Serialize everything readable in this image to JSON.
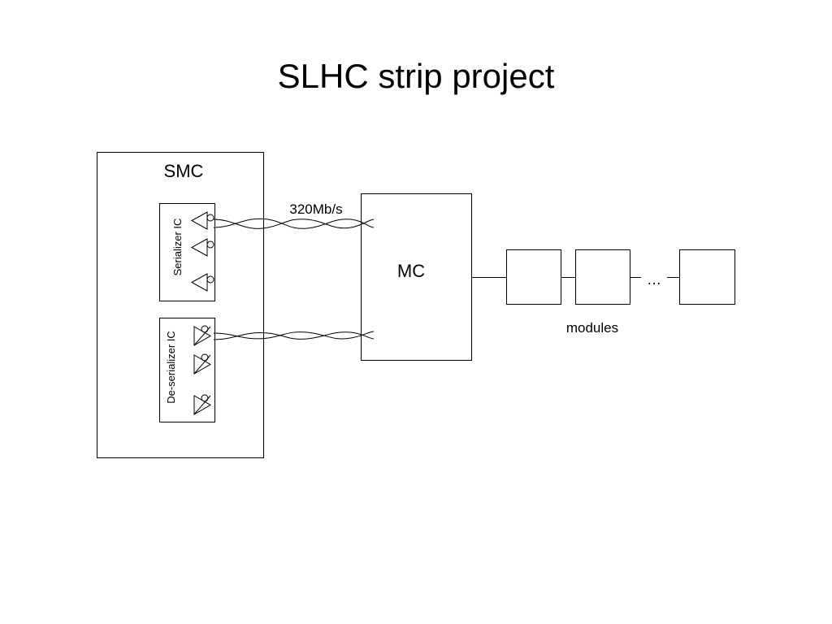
{
  "slide": {
    "title": "SLHC strip project"
  },
  "diagram": {
    "smc_label": "SMC",
    "serializer_label": "Serializer IC",
    "deserializer_label": "De-serializer IC",
    "link_rate_label": "320Mb/s",
    "mc_label": "MC",
    "ellipsis_label": "…",
    "modules_label": "modules",
    "colors": {
      "stroke": "#000000",
      "background": "#ffffff"
    }
  }
}
